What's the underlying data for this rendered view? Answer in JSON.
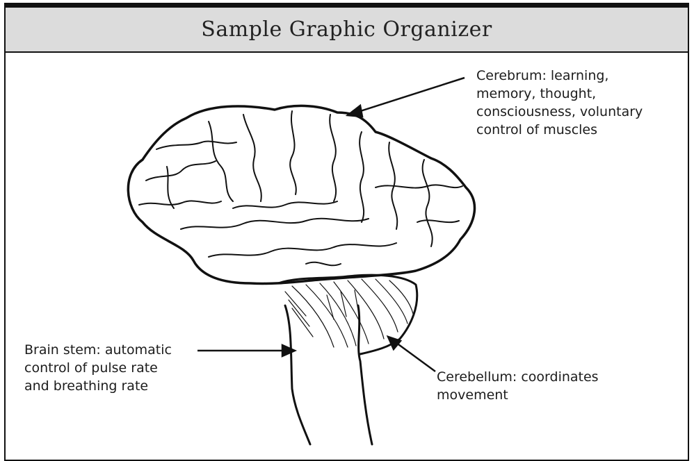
{
  "title": "Sample Graphic Organizer",
  "labels": {
    "cerebrum": [
      "Cerebrum: learning,",
      "memory, thought,",
      "consciousness, voluntary",
      "control of muscles"
    ],
    "brain_stem": [
      "Brain stem: automatic",
      "control of pulse rate",
      "and breathing rate"
    ],
    "cerebellum": [
      "Cerebellum: coordinates",
      "movement"
    ]
  }
}
